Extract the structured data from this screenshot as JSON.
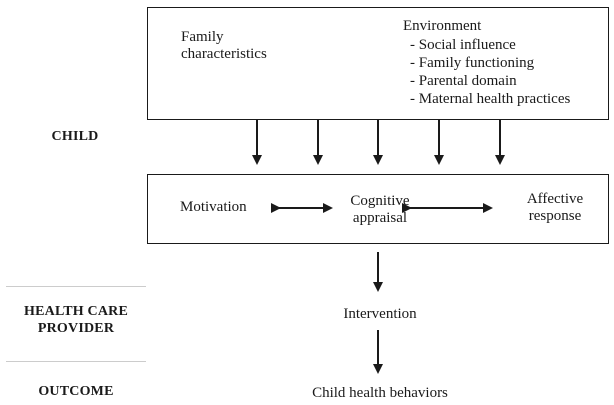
{
  "labels": {
    "child": "CHILD",
    "health_care_provider_line1": "HEALTH CARE",
    "health_care_provider_line2": "PROVIDER",
    "outcome": "OUTCOME"
  },
  "top_box": {
    "family_line1": "Family",
    "family_line2": "characteristics",
    "environment_title": "Environment",
    "environment_items": [
      "- Social influence",
      "- Family functioning",
      "- Parental domain",
      "- Maternal health practices"
    ]
  },
  "middle_box": {
    "motivation": "Motivation",
    "cognitive_line1": "Cognitive",
    "cognitive_line2": "appraisal",
    "affective_line1": "Affective",
    "affective_line2": "response"
  },
  "intervention": "Intervention",
  "outcome_text": "Child health behaviors"
}
